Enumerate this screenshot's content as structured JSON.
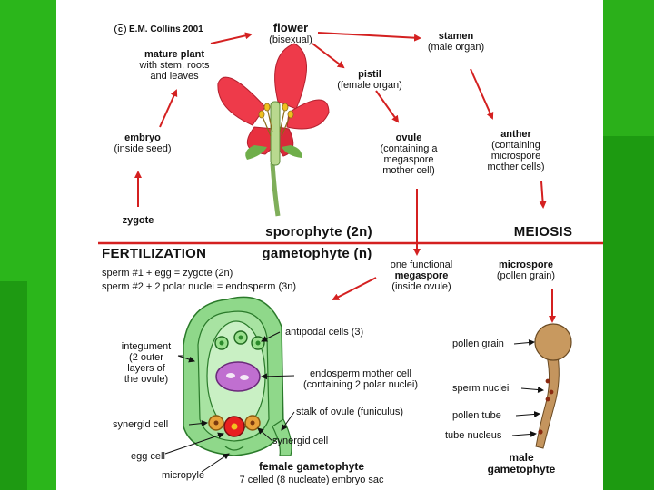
{
  "copyright": {
    "symbol": "c",
    "text": "E.M. Collins 2001"
  },
  "top_cycle": {
    "flower": {
      "title": "flower",
      "sub": "(bisexual)"
    },
    "stamen": {
      "title": "stamen",
      "sub": "(male organ)"
    },
    "mature_plant": {
      "title": "mature plant",
      "lines": [
        "with stem, roots",
        "and leaves"
      ]
    },
    "pistil": {
      "title": "pistil",
      "sub": "(female organ)"
    },
    "embryo": {
      "title": "embryo",
      "sub": "(inside seed)"
    },
    "ovule": {
      "title": "ovule",
      "lines": [
        "(containing a",
        "megaspore",
        "mother cell)"
      ]
    },
    "anther": {
      "title": "anther",
      "lines": [
        "(containing",
        "microspore",
        "mother cells)"
      ]
    },
    "zygote": {
      "title": "zygote"
    }
  },
  "divider": {
    "sporophyte": "sporophyte (2n)",
    "meiosis": "MEIOSIS",
    "fertilization": "FERTILIZATION",
    "gametophyte": "gametophyte (n)"
  },
  "fertilization_eqs": [
    "sperm #1 + egg = zygote (2n)",
    "sperm #2 + 2 polar nuclei = endosperm (3n)"
  ],
  "megaspore": {
    "pre": "one functional",
    "title": "megaspore",
    "sub": "(inside ovule)"
  },
  "microspore": {
    "title": "microspore",
    "sub": "(pollen grain)"
  },
  "female_labels": {
    "antipodal": "antipodal cells (3)",
    "integument": [
      "integument",
      "(2 outer",
      "layers of",
      "the ovule)"
    ],
    "endosperm_cell": [
      "endosperm mother cell",
      "(containing 2 polar nuclei)"
    ],
    "synergid_left": "synergid cell",
    "stalk": "stalk of ovule (funiculus)",
    "egg": "egg cell",
    "synergid_right": "synergid cell",
    "micropyle": "micropyle",
    "title": "female gametophyte",
    "sub": "7 celled (8 nucleate) embryo sac"
  },
  "male_labels": {
    "pollen_grain": "pollen grain",
    "sperm_nuclei": "sperm nuclei",
    "pollen_tube": "pollen tube",
    "tube_nucleus": "tube nucleus",
    "title": [
      "male",
      "gametophyte"
    ]
  },
  "colors": {
    "background_green": "#23a915",
    "divider_red": "#d42020",
    "arrow_red": "#d42020",
    "petal_red": "#ee3a4a",
    "ovule_green": "#8fd88a",
    "endosperm_violet": "#c06fd0",
    "pollen_tan": "#c4955e"
  }
}
